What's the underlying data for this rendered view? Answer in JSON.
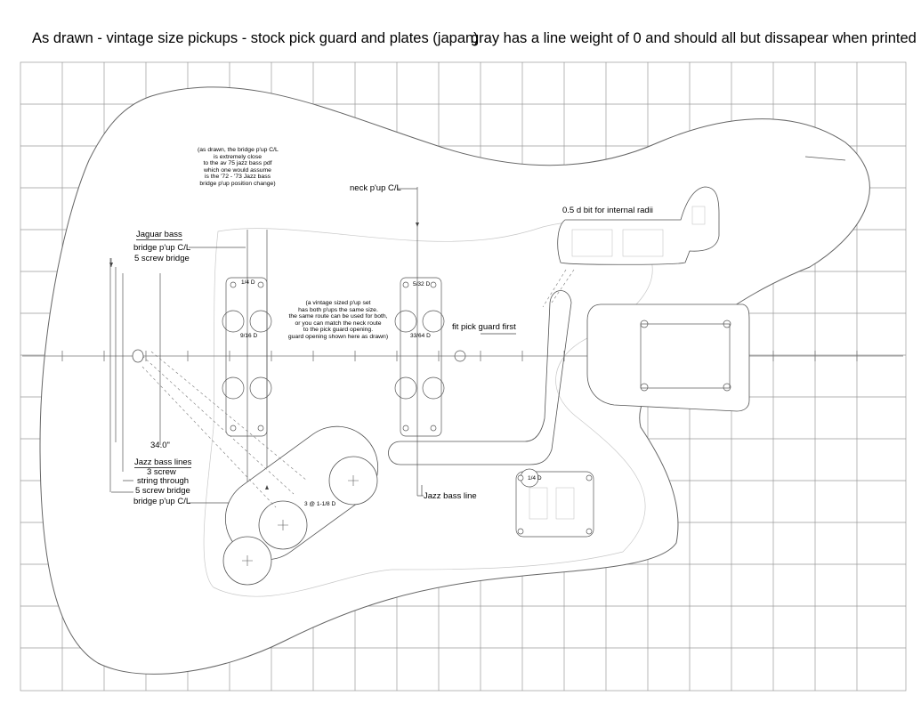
{
  "title": {
    "main": "As drawn - vintage size pickups - stock pick guard and plates (japan)",
    "note": "gray has a line weight of 0 and should all but dissapear when printed"
  },
  "labels": {
    "neck_pup": "neck p'up C/L",
    "radii": "0.5 d bit for internal radii",
    "jaguar_bass": "Jaguar bass",
    "bridge_pup_cl_top": "bridge p'up C/L",
    "five_screw_top": "5 screw bridge",
    "quarter_d_a": "1/4 D",
    "five_32_d": "5/32 D",
    "nine_16_d": "9/16 D",
    "thirty3_64_d": "33/64 D",
    "fit_pickguard": "fit pick guard first",
    "scale": "34.0\"",
    "jazz_bass_lines": "Jazz bass lines",
    "three_screw": "3 screw",
    "string_through": "string through",
    "five_screw_bottom": "5 screw bridge",
    "bridge_pup_cl_bottom": "bridge p'up C/L",
    "three_at": "3 @ 1-1/8 D",
    "quarter_d_b": "1/4 D",
    "jazz_bass_line": "Jazz bass line"
  },
  "notes": {
    "bridge_note": [
      "(as drawn, the bridge p'up C/L",
      "is extremely close",
      "to the av 75 jazz bass pdf",
      "which one would assume",
      "is the '72 - '73 Jazz bass",
      "bridge p'up position change)"
    ],
    "pickup_note": [
      "(a vintage sized p'up set",
      "has both p'ups the same size.",
      "the same route can be used for both,",
      "or you can match the neck route",
      "to the pick guard opening.",
      "guard opening shown here as drawn)"
    ]
  },
  "colors": {
    "grid": "#9a9a9a",
    "line": "#555555",
    "faint": "#bbbbbb"
  }
}
